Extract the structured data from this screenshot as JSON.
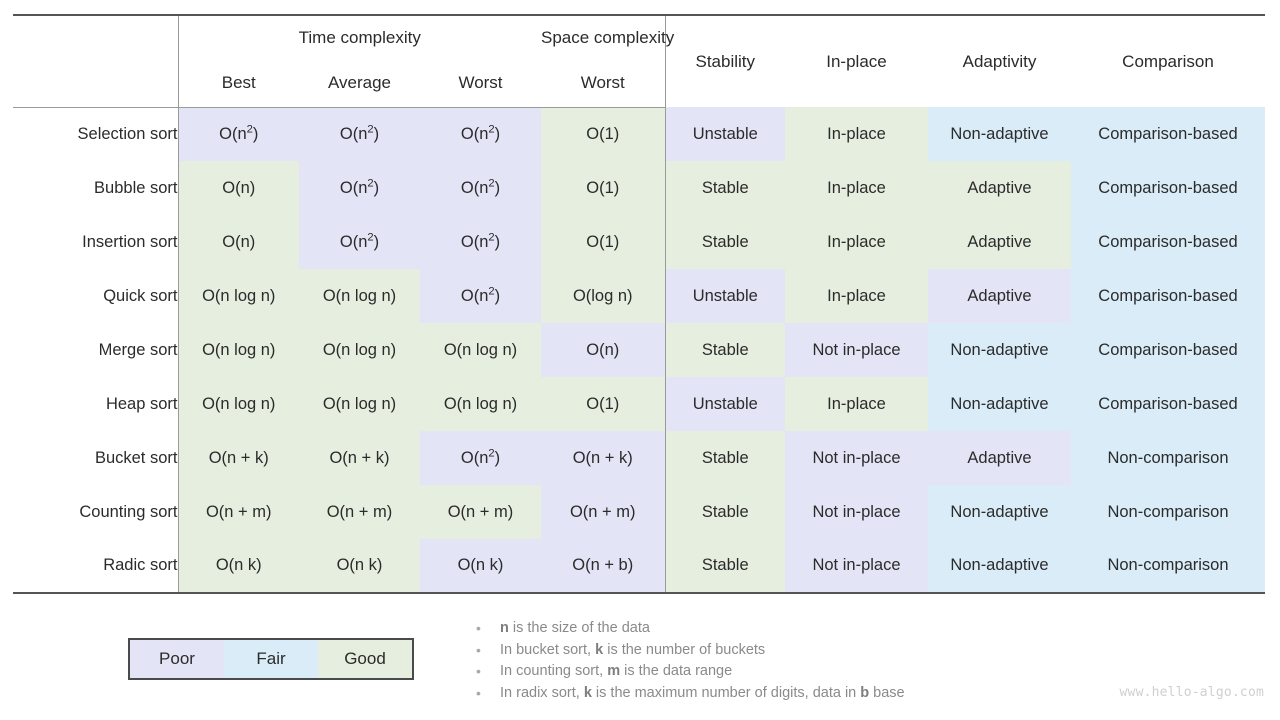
{
  "table": {
    "group_headers": [
      {
        "label": "",
        "span": 1
      },
      {
        "label": "Time complexity",
        "span": 3
      },
      {
        "label": "Space complexity",
        "span": 1
      }
    ],
    "time_group_label": "Time complexity",
    "space_group_label": "Space complexity",
    "sub_headers": {
      "algo": "",
      "best": "Best",
      "average": "Average",
      "worst": "Worst",
      "space_worst": "Worst"
    },
    "right_headers": {
      "stability": "Stability",
      "in_place": "In-place",
      "adaptivity": "Adaptivity",
      "comparison": "Comparison"
    },
    "rows": [
      {
        "algo": "Selection sort",
        "best": "O(n²)",
        "best_rating": "poor",
        "average": "O(n²)",
        "average_rating": "poor",
        "worst": "O(n²)",
        "worst_rating": "poor",
        "space": "O(1)",
        "space_rating": "good",
        "stability": "Unstable",
        "stability_rating": "poor",
        "in_place": "In-place",
        "in_place_rating": "good",
        "adaptivity": "Non-adaptive",
        "adaptivity_rating": "fair",
        "comparison": "Comparison-based",
        "comparison_rating": "fair"
      },
      {
        "algo": "Bubble sort",
        "best": "O(n)",
        "best_rating": "good",
        "average": "O(n²)",
        "average_rating": "poor",
        "worst": "O(n²)",
        "worst_rating": "poor",
        "space": "O(1)",
        "space_rating": "good",
        "stability": "Stable",
        "stability_rating": "good",
        "in_place": "In-place",
        "in_place_rating": "good",
        "adaptivity": "Adaptive",
        "adaptivity_rating": "good",
        "comparison": "Comparison-based",
        "comparison_rating": "fair"
      },
      {
        "algo": "Insertion sort",
        "best": "O(n)",
        "best_rating": "good",
        "average": "O(n²)",
        "average_rating": "poor",
        "worst": "O(n²)",
        "worst_rating": "poor",
        "space": "O(1)",
        "space_rating": "good",
        "stability": "Stable",
        "stability_rating": "good",
        "in_place": "In-place",
        "in_place_rating": "good",
        "adaptivity": "Adaptive",
        "adaptivity_rating": "good",
        "comparison": "Comparison-based",
        "comparison_rating": "fair"
      },
      {
        "algo": "Quick sort",
        "best": "O(n log n)",
        "best_rating": "good",
        "average": "O(n log n)",
        "average_rating": "good",
        "worst": "O(n²)",
        "worst_rating": "poor",
        "space": "O(log n)",
        "space_rating": "good",
        "stability": "Unstable",
        "stability_rating": "poor",
        "in_place": "In-place",
        "in_place_rating": "good",
        "adaptivity": "Adaptive",
        "adaptivity_rating": "poor",
        "comparison": "Comparison-based",
        "comparison_rating": "fair"
      },
      {
        "algo": "Merge sort",
        "best": "O(n log n)",
        "best_rating": "good",
        "average": "O(n log n)",
        "average_rating": "good",
        "worst": "O(n log n)",
        "worst_rating": "good",
        "space": "O(n)",
        "space_rating": "poor",
        "stability": "Stable",
        "stability_rating": "good",
        "in_place": "Not in-place",
        "in_place_rating": "poor",
        "adaptivity": "Non-adaptive",
        "adaptivity_rating": "fair",
        "comparison": "Comparison-based",
        "comparison_rating": "fair"
      },
      {
        "algo": "Heap sort",
        "best": "O(n log n)",
        "best_rating": "good",
        "average": "O(n log n)",
        "average_rating": "good",
        "worst": "O(n log n)",
        "worst_rating": "good",
        "space": "O(1)",
        "space_rating": "good",
        "stability": "Unstable",
        "stability_rating": "poor",
        "in_place": "In-place",
        "in_place_rating": "good",
        "adaptivity": "Non-adaptive",
        "adaptivity_rating": "fair",
        "comparison": "Comparison-based",
        "comparison_rating": "fair"
      },
      {
        "algo": "Bucket sort",
        "best": "O(n + k)",
        "best_rating": "good",
        "average": "O(n + k)",
        "average_rating": "good",
        "worst": "O(n²)",
        "worst_rating": "poor",
        "space": "O(n + k)",
        "space_rating": "poor",
        "stability": "Stable",
        "stability_rating": "good",
        "in_place": "Not in-place",
        "in_place_rating": "poor",
        "adaptivity": "Adaptive",
        "adaptivity_rating": "poor",
        "comparison": "Non-comparison",
        "comparison_rating": "fair"
      },
      {
        "algo": "Counting sort",
        "best": "O(n + m)",
        "best_rating": "good",
        "average": "O(n + m)",
        "average_rating": "good",
        "worst": "O(n + m)",
        "worst_rating": "good",
        "space": "O(n + m)",
        "space_rating": "poor",
        "stability": "Stable",
        "stability_rating": "good",
        "in_place": "Not in-place",
        "in_place_rating": "poor",
        "adaptivity": "Non-adaptive",
        "adaptivity_rating": "fair",
        "comparison": "Non-comparison",
        "comparison_rating": "fair"
      },
      {
        "algo": "Radic sort",
        "best": "O(n k)",
        "best_rating": "good",
        "average": "O(n k)",
        "average_rating": "good",
        "worst": "O(n k)",
        "worst_rating": "poor",
        "space": "O(n + b)",
        "space_rating": "poor",
        "stability": "Stable",
        "stability_rating": "good",
        "in_place": "Not in-place",
        "in_place_rating": "poor",
        "adaptivity": "Non-adaptive",
        "adaptivity_rating": "fair",
        "comparison": "Non-comparison",
        "comparison_rating": "fair"
      }
    ]
  },
  "legend": {
    "items": [
      {
        "label": "Poor",
        "rating": "poor"
      },
      {
        "label": "Fair",
        "rating": "fair"
      },
      {
        "label": "Good",
        "rating": "good"
      }
    ]
  },
  "notes": [
    {
      "lead": "n",
      "text": " is the size of the data",
      "pre": ""
    },
    {
      "pre": "In bucket sort, ",
      "lead": "k",
      "text": " is the number of buckets"
    },
    {
      "pre": "In counting sort, ",
      "lead": "m",
      "text": " is the data range"
    },
    {
      "pre": "In radix sort, ",
      "lead": "k",
      "text": " is the maximum number of digits, data in ",
      "lead2": "b",
      "text2": " base"
    }
  ],
  "watermark": "www.hello-algo.com",
  "colors": {
    "poor": "#e3e4f6",
    "fair": "#d9ecf8",
    "good": "#e6eedf",
    "text": "#2b2b2b",
    "rule": "#555555",
    "thin_rule": "#9a9a9a",
    "note_text": "#8a8a8a",
    "watermark": "#cfcfcf"
  }
}
